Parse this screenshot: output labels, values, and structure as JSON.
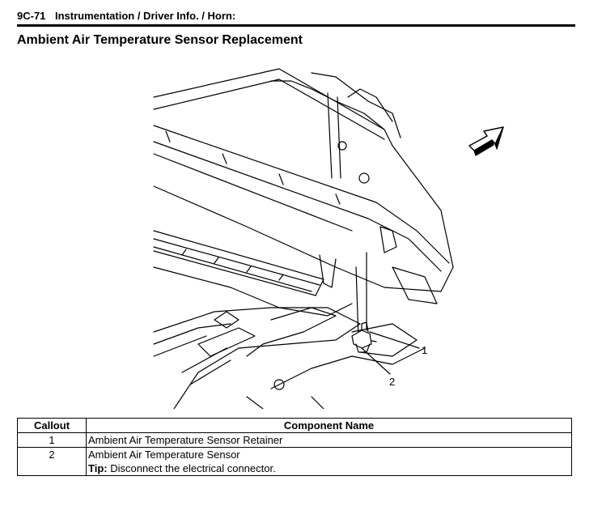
{
  "header": {
    "page_code": "9C-71",
    "section": "Instrumentation / Driver Info. / Horn:"
  },
  "title": "Ambient Air Temperature Sensor Replacement",
  "figure": {
    "callout_1": "1",
    "callout_2": "2",
    "direction_arrow": "front-arrow-icon"
  },
  "table": {
    "headers": [
      "Callout",
      "Component Name"
    ],
    "rows": [
      {
        "callout": "1",
        "name": "Ambient Air Temperature Sensor Retainer"
      },
      {
        "callout": "2",
        "name": "Ambient Air Temperature Sensor",
        "tip_label": "Tip:",
        "tip_text": " Disconnect the electrical connector."
      }
    ]
  }
}
